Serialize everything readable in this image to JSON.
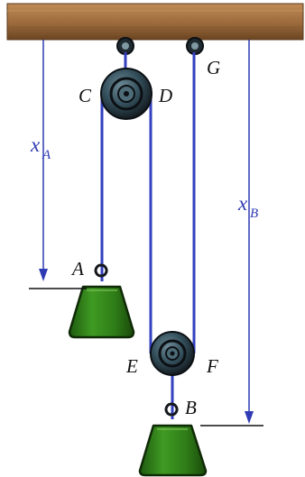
{
  "labels": {
    "point_c": "C",
    "point_d": "D",
    "point_g": "G",
    "point_a": "A",
    "point_e": "E",
    "point_f": "F",
    "point_b": "B",
    "xa_main": "x",
    "xa_sub": "A",
    "xb_main": "x",
    "xb_sub": "B"
  },
  "colors": {
    "ceiling": "#9b6a3b",
    "rope": "#3340c0",
    "pulley_dark": "#14181c",
    "pulley_mid": "#3f5a66",
    "weight_green": "#2e7d18",
    "weight_dark": "#1c4d0c",
    "dimension": "#2f3bb4"
  }
}
